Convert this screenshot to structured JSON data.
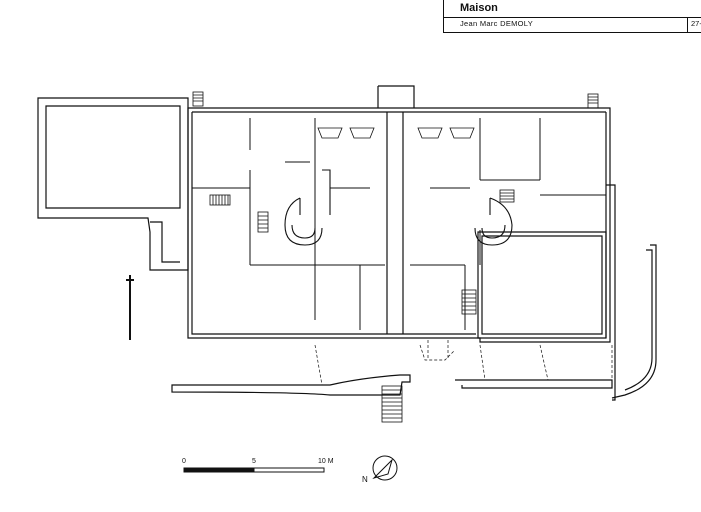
{
  "title_block": {
    "title": "Maison",
    "author": "Jean Marc  DEMOLY",
    "sheet": "27-"
  },
  "scale_bar": {
    "labels": [
      "0",
      "5",
      "10 M"
    ]
  },
  "north_arrow": {
    "label": "N"
  }
}
